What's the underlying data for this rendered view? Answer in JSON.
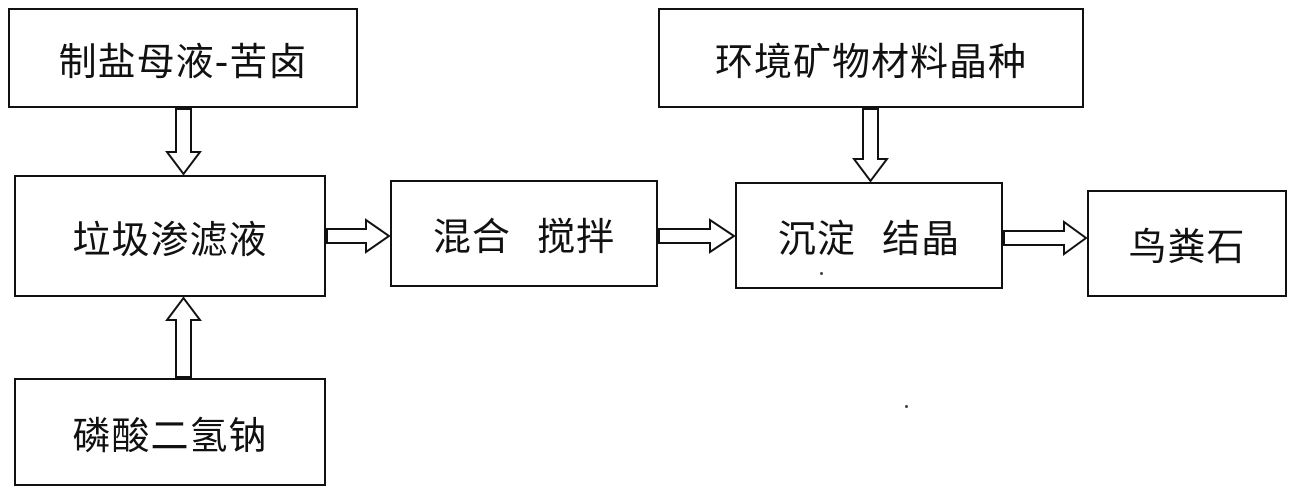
{
  "nodes": {
    "brine": "制盐母液-苦卤",
    "seed": "环境矿物材料晶种",
    "leachate": "垃圾渗滤液",
    "mix": "混合  搅拌",
    "settle": "沉淀  结晶",
    "struvite": "鸟粪石",
    "phosphate": "磷酸二氢钠"
  },
  "colors": {
    "stroke": "#111111",
    "fill": "#ffffff"
  }
}
